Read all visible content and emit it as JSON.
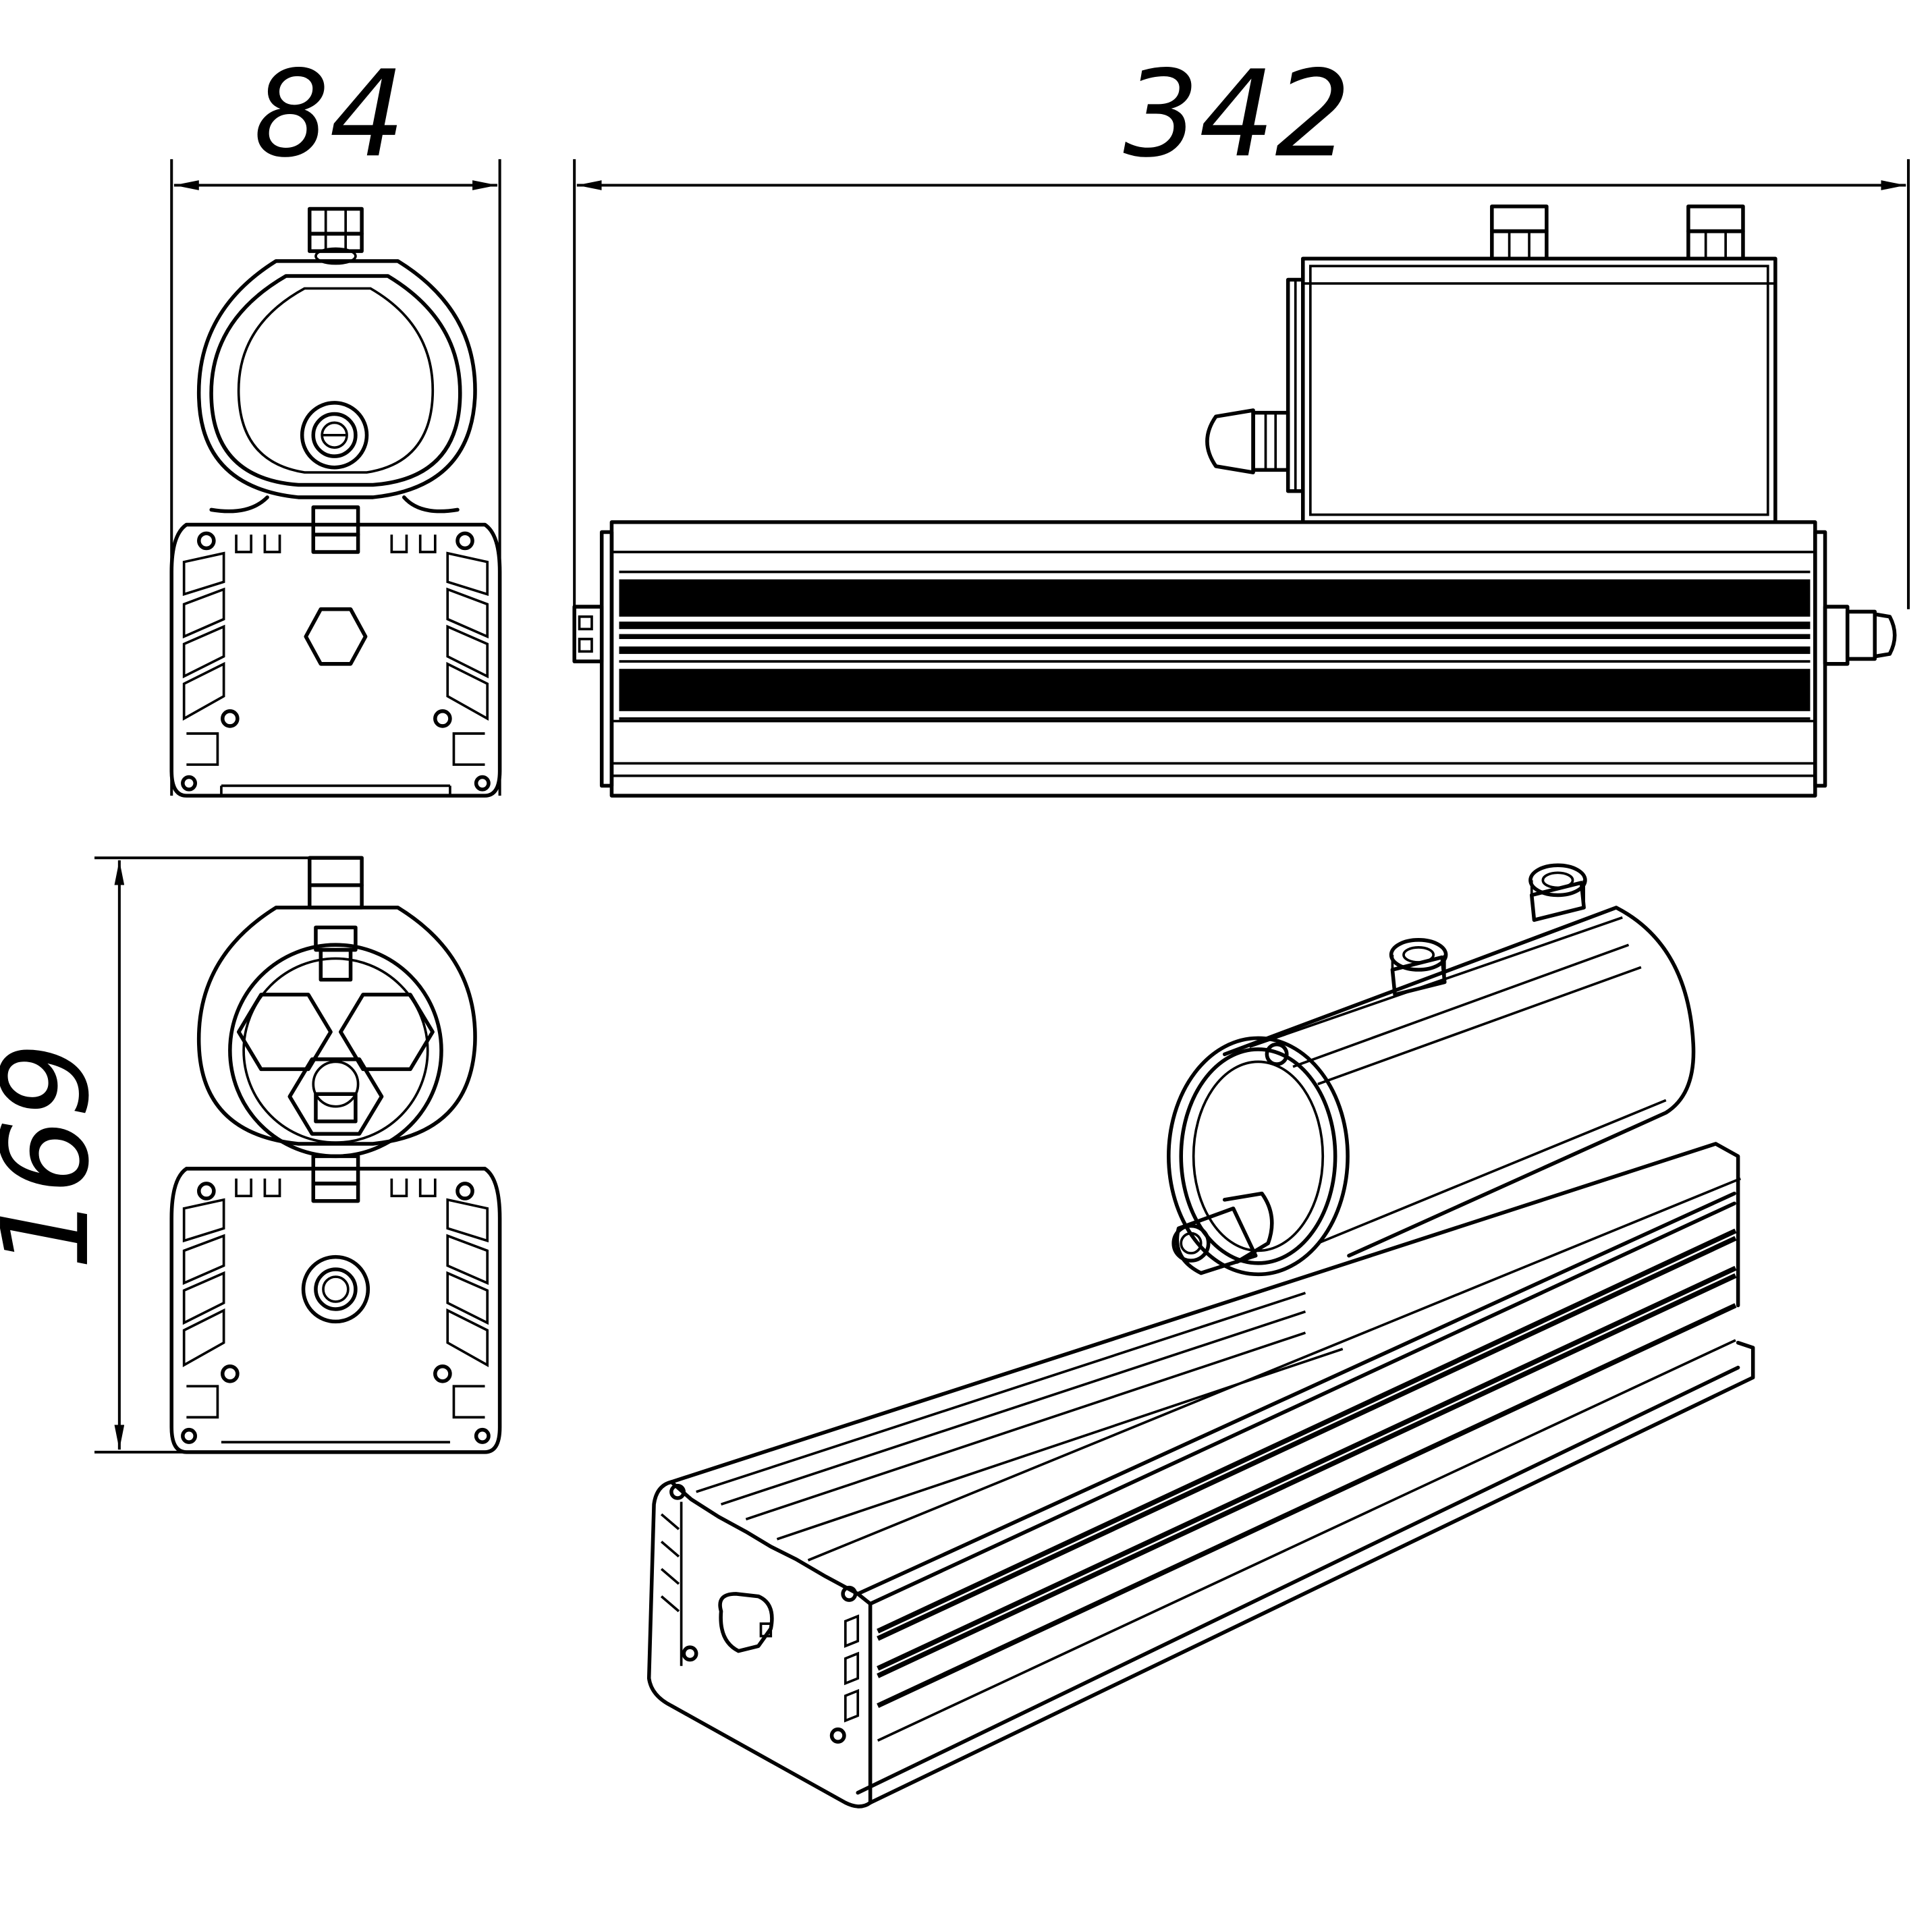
{
  "dimensions": {
    "width": "84",
    "length": "342",
    "height": "169"
  }
}
